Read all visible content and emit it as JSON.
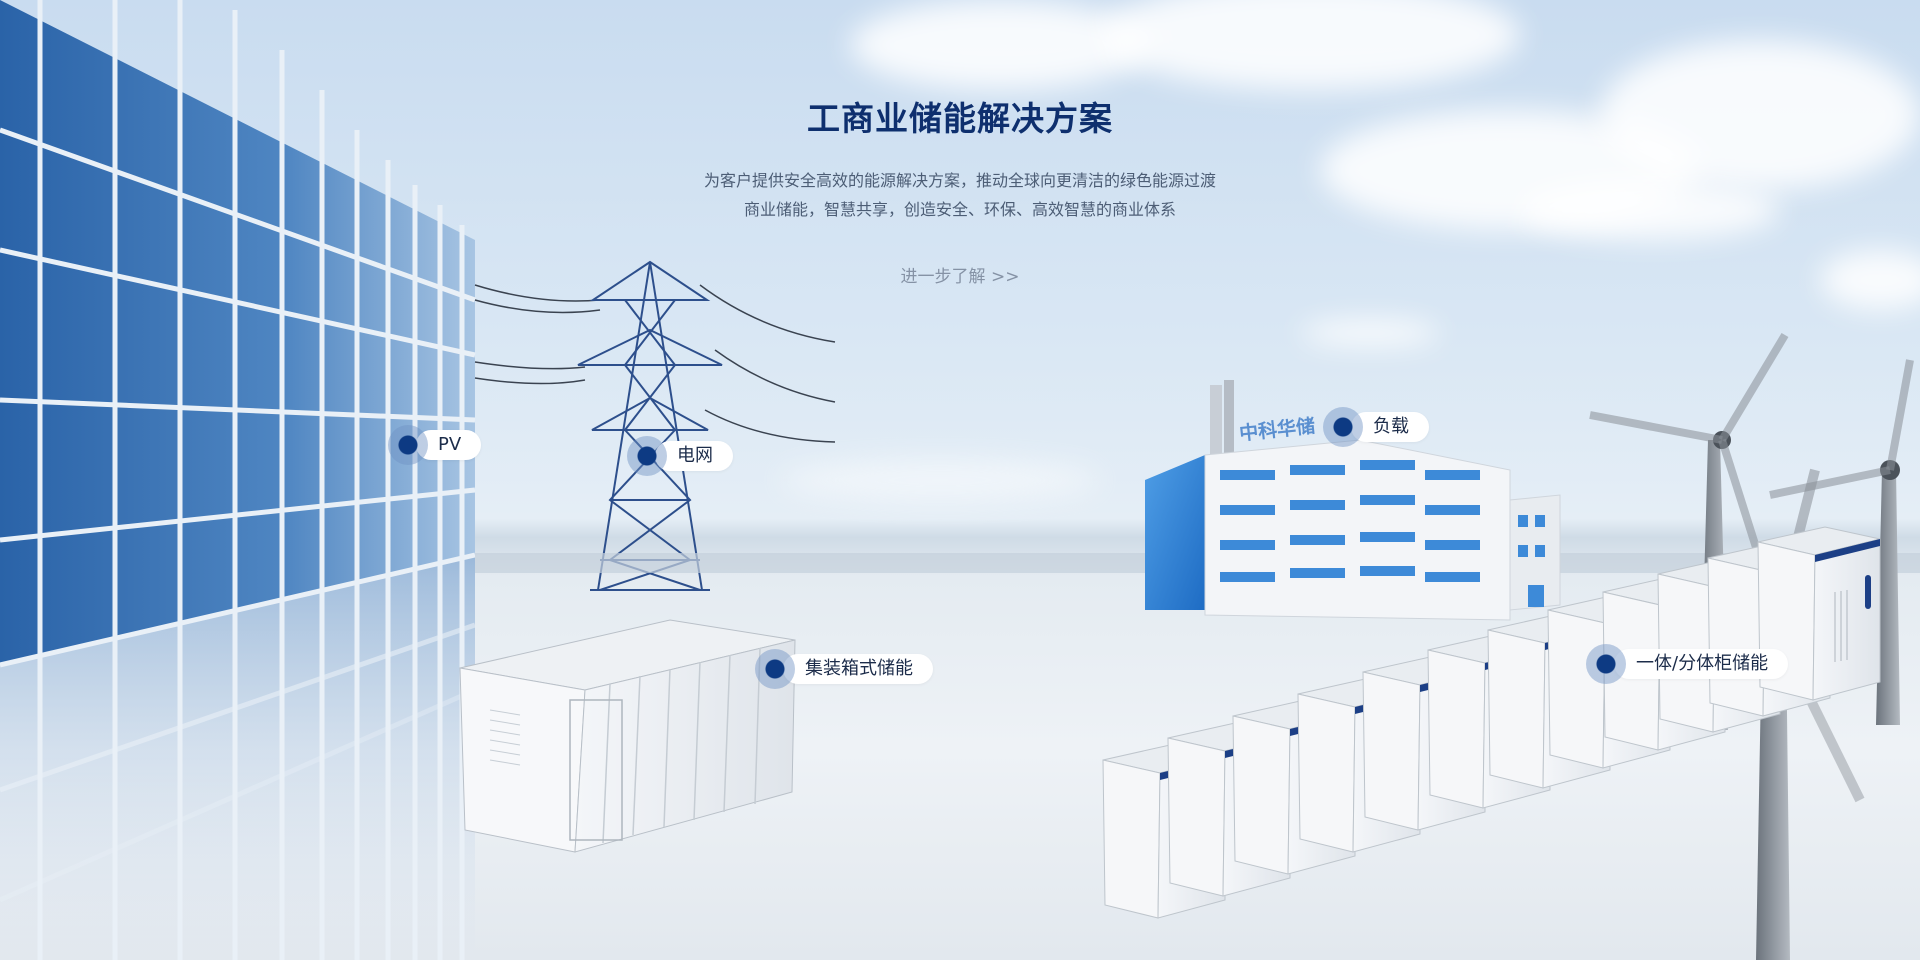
{
  "hero": {
    "title": "工商业储能解决方案",
    "subtitle_line1": "为客户提供安全高效的能源解决方案，推动全球向更清洁的绿色能源过渡",
    "subtitle_line2": "商业储能，智慧共享，创造安全、环保、高效智慧的商业体系",
    "learn_more": "进一步了解 >>"
  },
  "scene": {
    "factory_sign": "中科华储"
  },
  "hotspots": {
    "pv": "PV",
    "grid": "电网",
    "load": "负载",
    "container": "集装箱式储能",
    "cabinet": "一体/分体柜储能"
  },
  "colors": {
    "title": "#0e2f6e",
    "dot": "#0d3a83",
    "pill_bg": "#ffffff"
  }
}
